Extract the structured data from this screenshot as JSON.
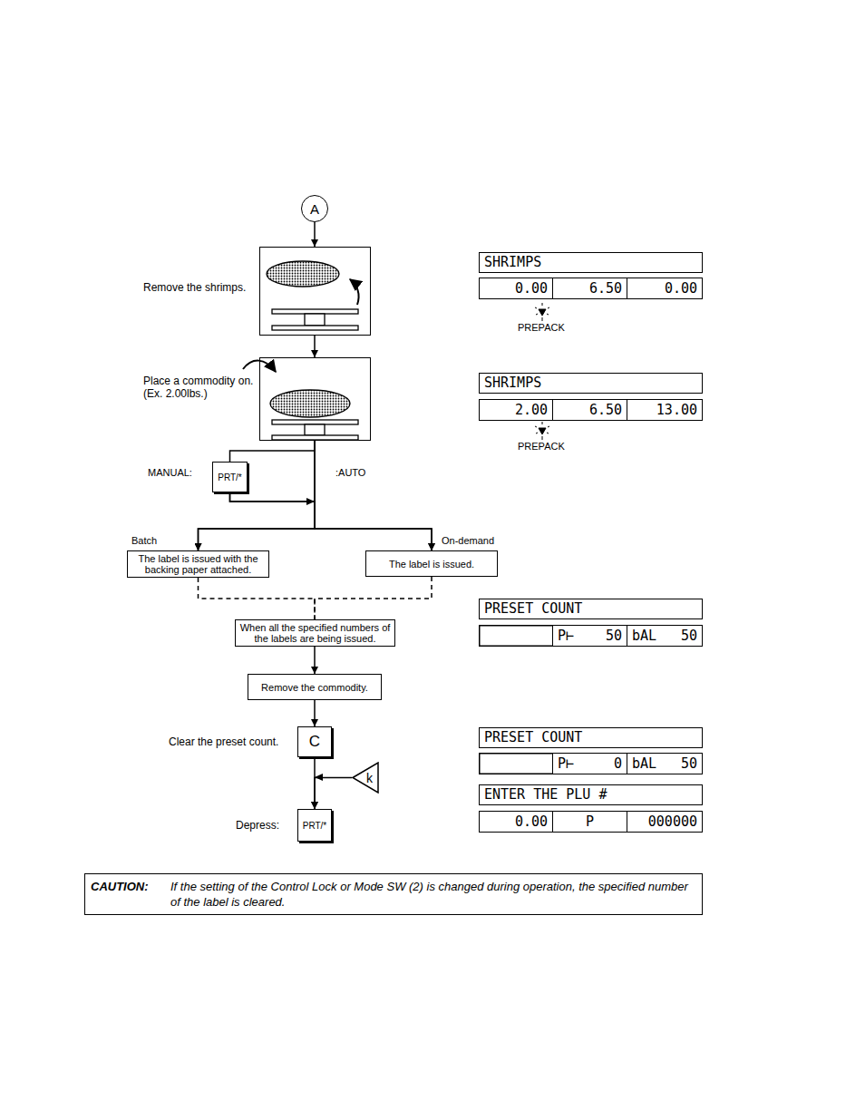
{
  "diagram": {
    "nodes": [
      {
        "text": [
          "A"
        ]
      },
      {
        "text": [
          "Remove the shrimps."
        ]
      },
      {
        "text": [
          "Place a commodity on. (Ex. 2.00lbs.)"
        ]
      },
      {
        "text": [
          "PRT/*"
        ]
      },
      {
        "text": [
          "The label is issued with the backing paper attached."
        ]
      },
      {
        "text": [
          "The label is issued."
        ]
      },
      {
        "text": [
          "When all the specified numbers of the labels are being issued."
        ]
      },
      {
        "text": [
          "Remove the commodity."
        ]
      },
      {
        "text": [
          "Clear the preset count.",
          "C"
        ]
      },
      {
        "text": [
          "k"
        ]
      },
      {
        "text": [
          "Depress:",
          "PRT/*"
        ]
      },
      {
        "text": [
          "SHRIMPS"
        ]
      },
      {
        "text": [
          "0.00"
        ]
      },
      {
        "text": [
          "6.50"
        ]
      },
      {
        "text": [
          "0.00"
        ]
      },
      {
        "text": [
          "SHRIMPS"
        ]
      },
      {
        "text": [
          "2.00"
        ]
      },
      {
        "text": [
          "6.50"
        ]
      },
      {
        "text": [
          "13.00"
        ]
      },
      {
        "text": [
          "PRESET COUNT"
        ]
      },
      {
        "text": [
          "P⊢",
          "50"
        ]
      },
      {
        "text": [
          "bAL",
          "50"
        ]
      },
      {
        "text": [
          "PRESET COUNT"
        ]
      },
      {
        "text": [
          "P⊢",
          "0"
        ]
      },
      {
        "text": [
          "bAL",
          "50"
        ]
      },
      {
        "text": [
          "ENTER THE PLU #"
        ]
      },
      {
        "text": [
          "0.00"
        ]
      },
      {
        "text": [
          "P"
        ]
      },
      {
        "text": [
          "000000"
        ]
      },
      {
        "text": [
          "CAUTION:",
          "If the setting of the Control Lock or Mode SW (2) is changed during operation, the specified number of the label is cleared."
        ]
      }
    ],
    "edges": [
      {
        "from": 0,
        "to": 1,
        "arrow": "to"
      },
      {
        "from": 1,
        "to": 2,
        "arrow": "to"
      },
      {
        "from": 2,
        "to": 3,
        "arrow": "none"
      },
      {
        "from": 2,
        "to": 4,
        "arrow": "to"
      },
      {
        "from": 2,
        "to": 5,
        "arrow": "to"
      },
      {
        "from": 3,
        "to": 4,
        "arrow": "to"
      },
      {
        "from": 3,
        "to": 5,
        "arrow": "to"
      },
      {
        "from": 4,
        "to": 6,
        "arrow": "none"
      },
      {
        "from": 5,
        "to": 6,
        "arrow": "none"
      },
      {
        "from": 6,
        "to": 7,
        "arrow": "to"
      },
      {
        "from": 7,
        "to": 8,
        "arrow": "to"
      },
      {
        "from": 8,
        "to": 10,
        "arrow": "to"
      },
      {
        "from": 9,
        "to": 10,
        "arrow": "to"
      }
    ],
    "labels": [
      "MANUAL:",
      ":AUTO",
      "Batch",
      "On-demand",
      "PREPACK",
      "PREPACK"
    ]
  }
}
